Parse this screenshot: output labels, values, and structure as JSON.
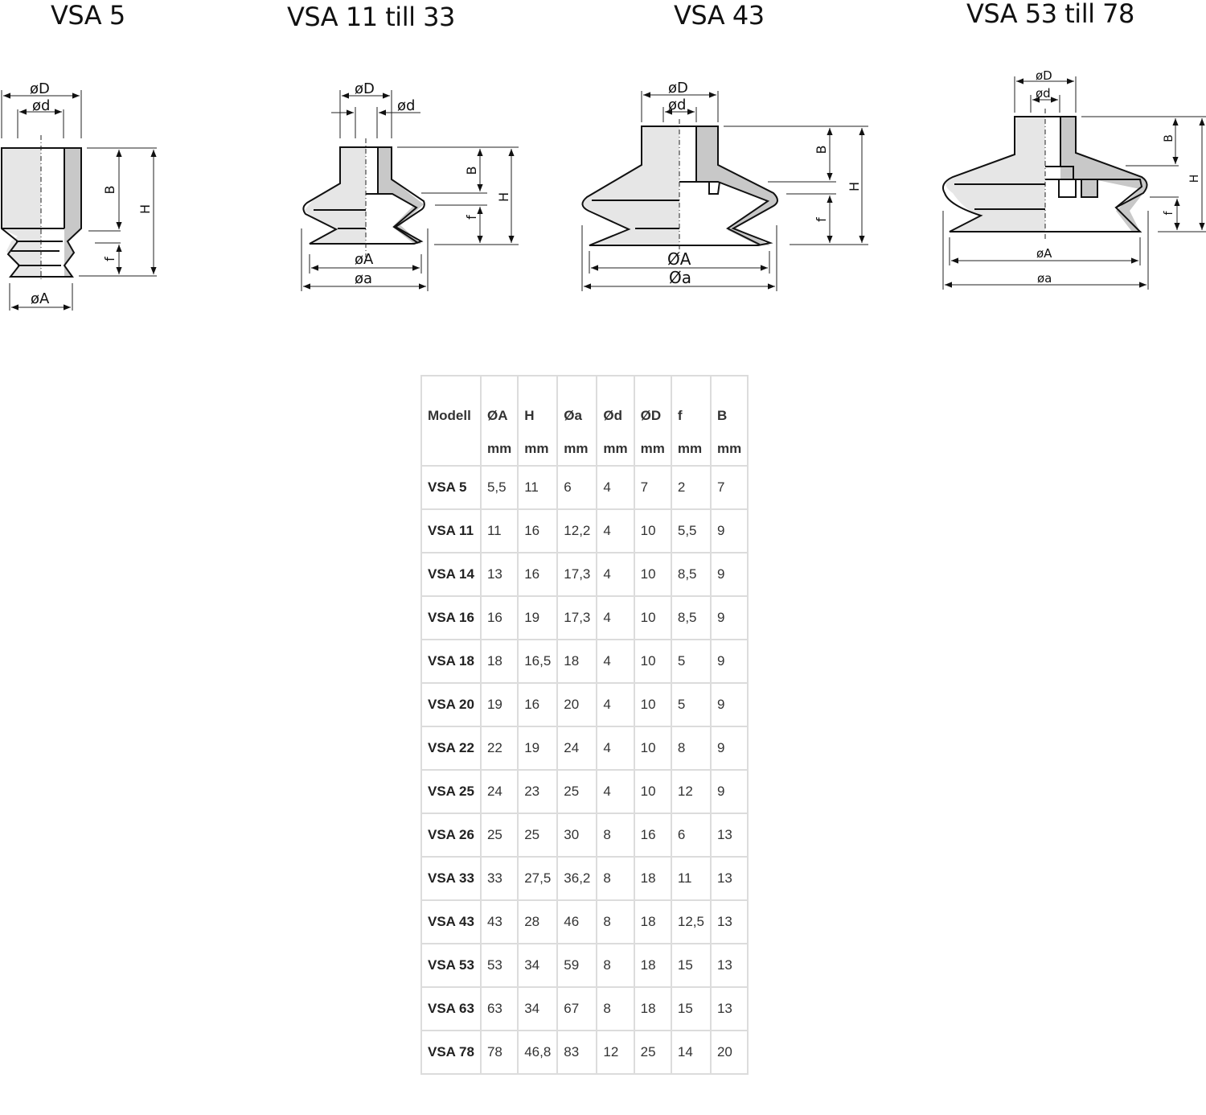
{
  "titles": {
    "vsa5": "VSA 5",
    "vsa11_33": "VSA 11 till 33",
    "vsa43": "VSA 43",
    "vsa53_78": "VSA 53 till 78"
  },
  "dimension_labels": {
    "outer_D": "øD",
    "inner_d": "ød",
    "A_lower": "øA",
    "a_lower": "øa",
    "A_upper": "ØA",
    "a_upper": "Øa",
    "B": "B",
    "H": "H",
    "f": "f"
  },
  "table": {
    "headers": [
      {
        "name": "Modell",
        "unit": ""
      },
      {
        "name": "ØA",
        "unit": "mm"
      },
      {
        "name": "H",
        "unit": "mm"
      },
      {
        "name": "Øa",
        "unit": "mm"
      },
      {
        "name": "Ød",
        "unit": "mm"
      },
      {
        "name": "ØD",
        "unit": "mm"
      },
      {
        "name": "f",
        "unit": "mm"
      },
      {
        "name": "B",
        "unit": "mm"
      }
    ],
    "rows": [
      [
        "VSA 5",
        "5,5",
        "11",
        "6",
        "4",
        "7",
        "2",
        "7"
      ],
      [
        "VSA 11",
        "11",
        "16",
        "12,2",
        "4",
        "10",
        "5,5",
        "9"
      ],
      [
        "VSA 14",
        "13",
        "16",
        "17,3",
        "4",
        "10",
        "8,5",
        "9"
      ],
      [
        "VSA 16",
        "16",
        "19",
        "17,3",
        "4",
        "10",
        "8,5",
        "9"
      ],
      [
        "VSA 18",
        "18",
        "16,5",
        "18",
        "4",
        "10",
        "5",
        "9"
      ],
      [
        "VSA 20",
        "19",
        "16",
        "20",
        "4",
        "10",
        "5",
        "9"
      ],
      [
        "VSA 22",
        "22",
        "19",
        "24",
        "4",
        "10",
        "8",
        "9"
      ],
      [
        "VSA 25",
        "24",
        "23",
        "25",
        "4",
        "10",
        "12",
        "9"
      ],
      [
        "VSA 26",
        "25",
        "25",
        "30",
        "8",
        "16",
        "6",
        "13"
      ],
      [
        "VSA 33",
        "33",
        "27,5",
        "36,2",
        "8",
        "18",
        "11",
        "13"
      ],
      [
        "VSA 43",
        "43",
        "28",
        "46",
        "8",
        "18",
        "12,5",
        "13"
      ],
      [
        "VSA 53",
        "53",
        "34",
        "59",
        "8",
        "18",
        "15",
        "13"
      ],
      [
        "VSA 63",
        "63",
        "34",
        "67",
        "8",
        "18",
        "15",
        "13"
      ],
      [
        "VSA 78",
        "78",
        "46,8",
        "83",
        "12",
        "25",
        "14",
        "20"
      ]
    ]
  },
  "colors": {
    "body_light": "#e6e6e6",
    "body_dark": "#c8c8c8",
    "table_border": "#dcdcdc"
  }
}
